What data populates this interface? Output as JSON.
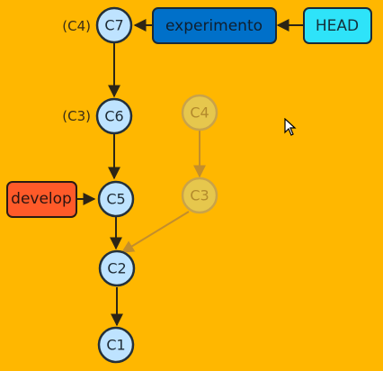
{
  "diagram": {
    "commits": {
      "c7": "C7",
      "c6": "C6",
      "c5": "C5",
      "c2": "C2",
      "c1": "C1"
    },
    "ghost_commits": {
      "c4": "C4",
      "c3": "C3"
    },
    "original_markers": {
      "c7": "(C4)",
      "c6": "(C3)"
    },
    "refs": {
      "experimento": "experimento",
      "head": "HEAD",
      "develop": "develop"
    },
    "colors": {
      "background": "#FFB700",
      "commit_fill": "#BEE3FF",
      "ghost_fill": "#E6C74D",
      "experimento_fill": "#0070C9",
      "head_fill": "#2EE3F9",
      "develop_fill": "#FF5A29"
    }
  }
}
